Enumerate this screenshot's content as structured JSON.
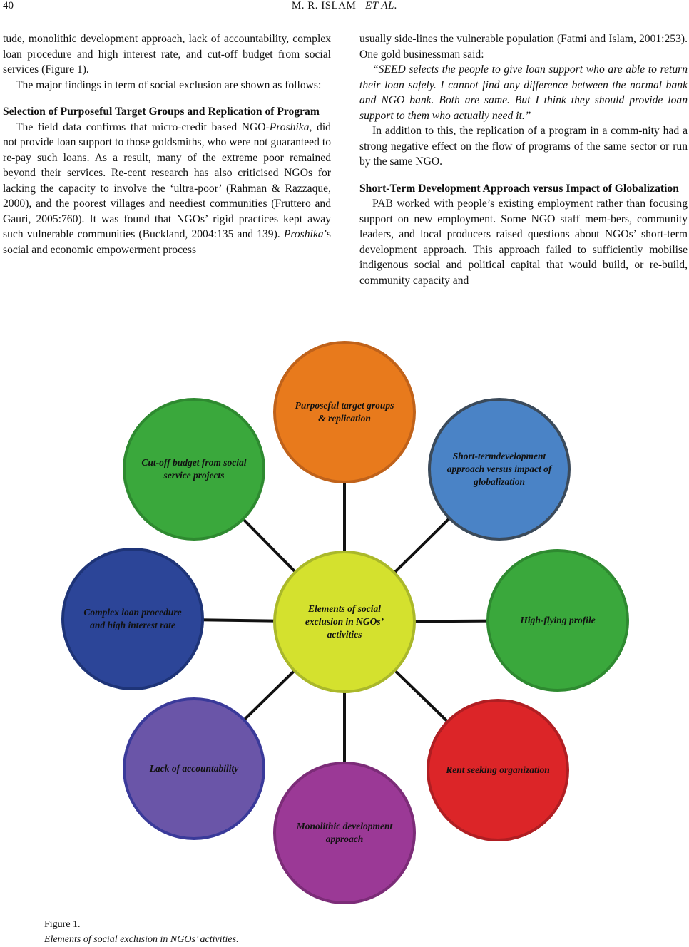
{
  "header": {
    "page_number": "40",
    "running_head": "M. R. ISLAM",
    "running_head_suffix": "ET AL."
  },
  "left_column": {
    "p1": "tude, monolithic development approach, lack of accountability, complex loan procedure and high interest rate, and cut-off budget from social services (Figure 1).",
    "p2": "The major findings in term of social exclusion are shown as follows:",
    "heading1": "Selection of Purposeful Target Groups and Replication of Program",
    "p3_a": "The field data confirms that micro-credit based NGO-",
    "p3_em1": "Proshika",
    "p3_b": ", did not provide loan support to those goldsmiths, who were not guaranteed to re-pay such loans. As a result, many of the extreme poor remained beyond their services. Re-cent research has also criticised NGOs for lacking the capacity to involve the ‘ultra-poor’ (Rahman & Razzaque, 2000), and the poorest villages and neediest communities (Fruttero and Gauri, 2005:760). It was found that NGOs’ rigid practices kept away such vulnerable communities (Buckland, 2004:135 and 139). ",
    "p3_em2": "Proshika",
    "p3_c": "’s social and economic empowerment process"
  },
  "right_column": {
    "p1": "usually side-lines the vulnerable population (Fatmi and Islam, 2001:253). One gold businessman said:",
    "quote": "“SEED selects the people to give loan support who are able to return their loan safely. I cannot find any difference between the normal bank and NGO bank. Both are same. But I think they should provide loan support to them who actually need it.”",
    "p2": "In addition to this, the replication of a program in a comm-nity had a strong negative effect on the flow of programs of the same sector or run by the same NGO.",
    "heading2": "Short-Term Development Approach versus Impact of Globalization",
    "p3": "PAB worked with people’s existing employment rather than focusing support on new employment. Some NGO staff mem-bers, community leaders, and local producers raised questions about NGOs’ short-term development approach. This approach failed to sufficiently mobilise indigenous social and political capital that would build, or re-build, community capacity and"
  },
  "diagram": {
    "center": {
      "label": "Elements of social exclusion in NGOs’ activities",
      "color": "#d4e12e",
      "border": "#aab82a"
    },
    "nodes": [
      {
        "id": "top",
        "label": "Purposeful target groups & replication",
        "color": "#e87a1c",
        "border": "#c0621a"
      },
      {
        "id": "top-right",
        "label": "Short-termdevelopment approach versus impact of globalization",
        "color": "#4a83c6",
        "border": "#3b4a5a"
      },
      {
        "id": "right",
        "label": "High-flying profile",
        "color": "#3aa83c",
        "border": "#2e8a30"
      },
      {
        "id": "bottom-right",
        "label": "Rent seeking organization",
        "color": "#dc2528",
        "border": "#b01e22"
      },
      {
        "id": "bottom",
        "label": "Monolithic development approach",
        "color": "#9b3996",
        "border": "#7c2c78"
      },
      {
        "id": "bottom-left",
        "label": "Lack of accountability",
        "color": "#6a55a8",
        "border": "#3a3a9a"
      },
      {
        "id": "left",
        "label": "Complex loan procedure and high interest rate",
        "color": "#2c4598",
        "border": "#1e3478"
      },
      {
        "id": "top-left",
        "label": "Cut-off budget from social service projects",
        "color": "#3aa83c",
        "border": "#2e8a30"
      }
    ]
  },
  "caption": {
    "label": "Figure 1.",
    "title": "Elements of social exclusion in NGOs’ activities."
  }
}
